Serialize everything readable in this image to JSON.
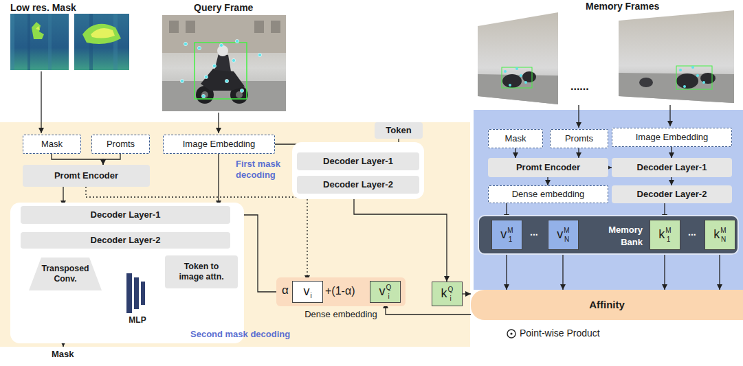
{
  "diagram": {
    "nodes": [
      {
        "text": [
          "Mask"
        ]
      },
      {
        "text": [
          "Promts"
        ]
      },
      {
        "text": [
          "Image Embedding"
        ]
      },
      {
        "text": [
          "Token"
        ]
      },
      {
        "text": [
          "First mask decoding"
        ]
      },
      {
        "text": [
          "Decoder Layer-1"
        ],
        "in": 4
      },
      {
        "text": [
          "Decoder Layer-2"
        ],
        "in": 4
      },
      {
        "text": [
          "Promt Encoder"
        ]
      },
      {
        "text": [
          "Second mask decoding"
        ]
      },
      {
        "text": [
          "Decoder Layer-1"
        ],
        "in": 8
      },
      {
        "text": [
          "Decoder Layer-2"
        ],
        "in": 8
      },
      {
        "text": [
          "Transposed Conv."
        ],
        "in": 8
      },
      {
        "text": [
          "Token to image attn."
        ],
        "in": 8
      },
      {
        "text": [
          "MLP"
        ],
        "in": 8
      },
      {
        "text": [
          "α",
          "+(1-α)",
          "Dense embedding"
        ]
      },
      {
        "text": [
          "v",
          "i"
        ],
        "in": 14
      },
      {
        "text": [
          "v",
          "Q",
          "i"
        ],
        "in": 14
      },
      {
        "text": [
          "k",
          "Q",
          "i"
        ]
      },
      {
        "text": [
          "Mask"
        ]
      },
      {
        "text": [
          "Promts"
        ]
      },
      {
        "text": [
          "Image Embedding"
        ]
      },
      {
        "text": [
          "Promt Encoder"
        ]
      },
      {
        "text": [
          "Decoder Layer-1"
        ]
      },
      {
        "text": [
          "Dense embedding"
        ]
      },
      {
        "text": [
          "Decoder Layer-2"
        ]
      },
      {
        "text": [
          "Memory Bank"
        ]
      },
      {
        "text": [
          "v",
          "M",
          "1"
        ],
        "in": 25
      },
      {
        "text": [
          "v",
          "M",
          "N"
        ],
        "in": 25
      },
      {
        "text": [
          "k",
          "M",
          "1"
        ],
        "in": 25
      },
      {
        "text": [
          "k",
          "M",
          "N"
        ],
        "in": 25
      },
      {
        "text": [
          "Affinity"
        ]
      }
    ],
    "edges": [
      {
        "from": 0,
        "to": 7,
        "arrow": "to"
      },
      {
        "from": 1,
        "to": 7,
        "arrow": "to"
      },
      {
        "from": 2,
        "to": 5,
        "arrow": "to"
      },
      {
        "from": 3,
        "to": 5,
        "arrow": "to"
      },
      {
        "from": 6,
        "to": 17,
        "arrow": "to"
      },
      {
        "from": 2,
        "to": 9,
        "arrow": "to"
      },
      {
        "from": 7,
        "to": 9,
        "arrow": "to"
      },
      {
        "from": 7,
        "to": 15,
        "arrow": "to"
      },
      {
        "from": 14,
        "to": 9,
        "arrow": "to"
      },
      {
        "from": 9,
        "to": 10,
        "arrow": "to"
      },
      {
        "from": 9,
        "to": 10,
        "arrow": "to"
      },
      {
        "from": 10,
        "to": 11,
        "arrow": "to"
      },
      {
        "from": 10,
        "to": 12,
        "arrow": "to"
      },
      {
        "from": 10,
        "to": 12,
        "arrow": "to"
      },
      {
        "from": 12,
        "to": 13,
        "arrow": "to"
      },
      {
        "from": 30,
        "to": 16,
        "arrow": "to"
      },
      {
        "from": 17,
        "to": 30,
        "arrow": "to"
      },
      {
        "from": 18,
        "to": 21,
        "arrow": "to"
      },
      {
        "from": 19,
        "to": 21,
        "arrow": "to"
      },
      {
        "from": 21,
        "to": 22,
        "arrow": "to"
      },
      {
        "from": 21,
        "to": 23,
        "arrow": "to"
      },
      {
        "from": 20,
        "to": 22,
        "arrow": "to"
      },
      {
        "from": 22,
        "to": 24,
        "arrow": "to"
      },
      {
        "from": 23,
        "to": 26,
        "arrow": "to"
      },
      {
        "from": 24,
        "to": 28,
        "arrow": "to"
      },
      {
        "from": 26,
        "to": 30,
        "arrow": "to"
      },
      {
        "from": 27,
        "to": 30,
        "arrow": "to"
      },
      {
        "from": 28,
        "to": 30,
        "arrow": "to"
      },
      {
        "from": 29,
        "to": 30,
        "arrow": "to"
      }
    ],
    "labels": [
      "Low res. Mask",
      "Query Frame",
      "Memory Frames",
      "......",
      "...",
      "...",
      "Mask"
    ],
    "legend": [
      {
        "text": "Point-wise Product"
      }
    ]
  }
}
